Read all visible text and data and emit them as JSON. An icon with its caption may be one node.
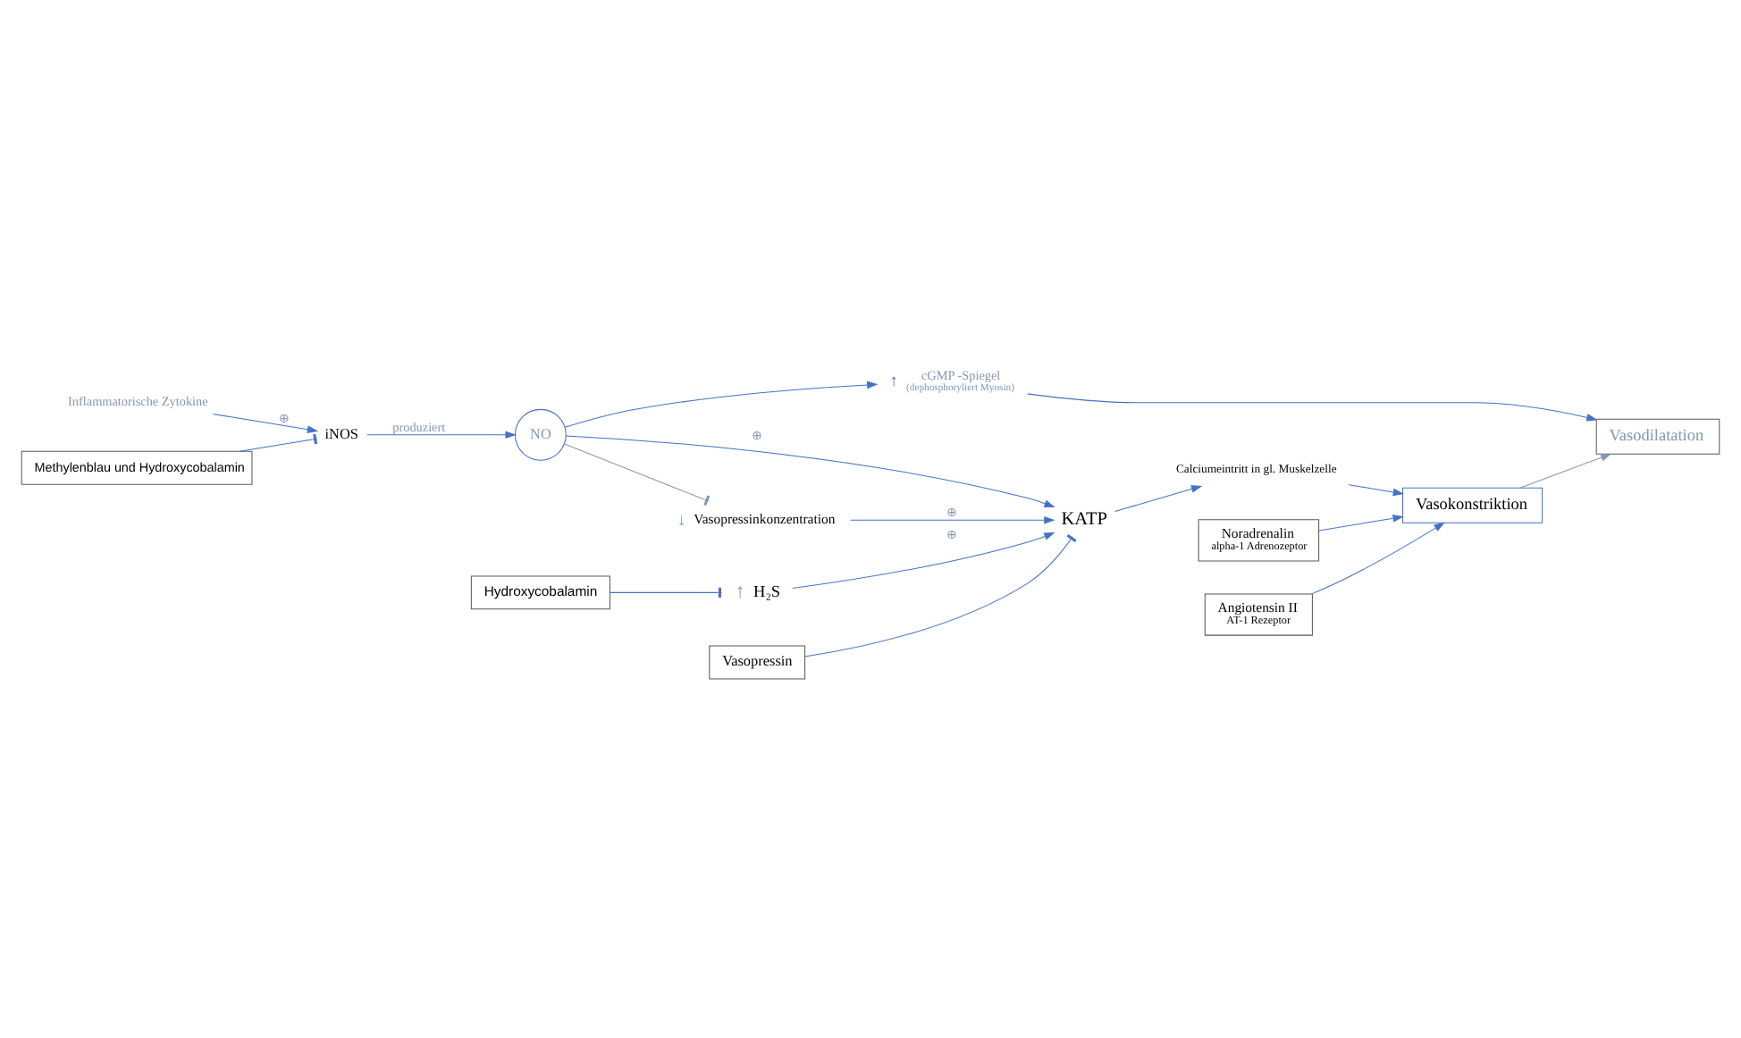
{
  "diagram": {
    "nodes": [
      {
        "text": [
          "Inflammatorische Zytokine"
        ]
      },
      {
        "text": [
          "Methylenblau und Hydroxycobalamin"
        ]
      },
      {
        "text": [
          "iNOS"
        ]
      },
      {
        "text": [
          "NO"
        ]
      },
      {
        "text": [
          "cGMP -Spiegel",
          "(dephosphoryliert Myosin)"
        ],
        "beside": [
          "↑"
        ]
      },
      {
        "text": [
          "Vasodilatation"
        ]
      },
      {
        "text": [
          "H₂S"
        ],
        "beside": [
          "↑"
        ]
      },
      {
        "text": [
          "KATP"
        ]
      },
      {
        "text": [
          "Calciumeintritt in gl. Muskelzelle"
        ]
      },
      {
        "text": [
          "Vasokonstriktion"
        ]
      },
      {
        "text": [
          "Vasopressinkonzentration"
        ],
        "beside": [
          "↓"
        ]
      },
      {
        "text": [
          "Vasopressin"
        ]
      },
      {
        "text": [
          "Hydroxycobalamin"
        ]
      },
      {
        "text": [
          "Noradrenalin",
          "alpha-1 Adrenozeptor"
        ]
      },
      {
        "text": [
          "Angiotensin II",
          "AT-1 Rezeptor"
        ]
      }
    ],
    "edges": [
      {
        "from": 0,
        "to": 2,
        "arrow": "to",
        "label": "⊕"
      },
      {
        "from": 1,
        "to": 2,
        "arrow": "other"
      },
      {
        "from": 2,
        "to": 3,
        "arrow": "to",
        "label": "produziert"
      },
      {
        "from": 3,
        "to": 4,
        "arrow": "to"
      },
      {
        "from": 4,
        "to": 5,
        "arrow": "to"
      },
      {
        "from": 3,
        "to": 7,
        "arrow": "to",
        "label": "⊕"
      },
      {
        "from": 3,
        "to": 10,
        "arrow": "other",
        "color": "#8497b0"
      },
      {
        "from": 6,
        "to": 7,
        "arrow": "to",
        "label": "⊕"
      },
      {
        "from": 12,
        "to": 6,
        "arrow": "other"
      },
      {
        "from": 7,
        "to": 8,
        "arrow": "to"
      },
      {
        "from": 8,
        "to": 9,
        "arrow": "to"
      },
      {
        "from": 9,
        "to": 5,
        "arrow": "to",
        "color": "#8497b0"
      },
      {
        "from": 10,
        "to": 7,
        "arrow": "to",
        "label": "⊕"
      },
      {
        "from": 11,
        "to": 7,
        "arrow": "other"
      },
      {
        "from": 13,
        "to": 9,
        "arrow": "to"
      },
      {
        "from": 14,
        "to": 9,
        "arrow": "to"
      }
    ]
  }
}
